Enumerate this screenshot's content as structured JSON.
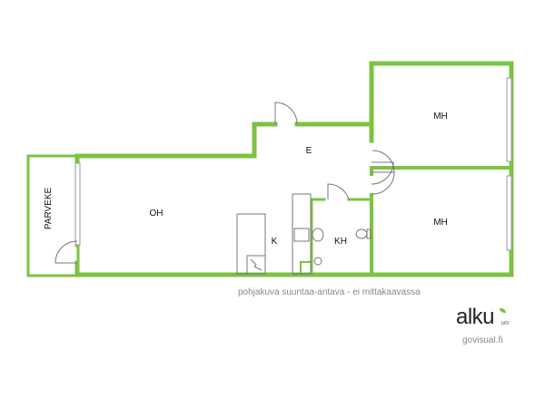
{
  "rooms": {
    "balcony": "PARVEKE",
    "living": "OH",
    "hall": "E",
    "bedroom1": "MH",
    "bedroom2": "MH",
    "kitchen": "K",
    "bathroom": "KH"
  },
  "caption": "pohjakuva suuntaa-antava - ei mittakaavassa",
  "logo": {
    "text": "alku",
    "sub": "LKV"
  },
  "website": "govisual.fi",
  "colors": {
    "wall": "#7dc242",
    "fixture": "#888888"
  }
}
